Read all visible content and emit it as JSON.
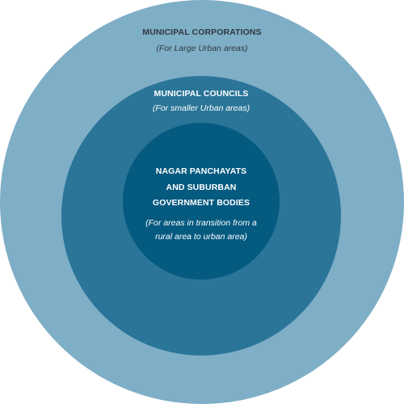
{
  "colors": {
    "outer_ring": "#7faec7",
    "middle_ring": "#2a7598",
    "inner_ring": "#055a80",
    "outer_text": "#2f3a40",
    "inner_text": "#ffffff"
  },
  "outer": {
    "title": "MUNICIPAL CORPORATIONS",
    "subtitle": "(For Large Urban areas)"
  },
  "middle": {
    "title": "MUNICIPAL COUNCILS",
    "subtitle": "(For smaller Urban areas)"
  },
  "inner": {
    "title_lines": [
      "NAGAR PANCHAYATS",
      "AND SUBURBAN",
      "GOVERNMENT BODIES"
    ],
    "subtitle_lines": [
      "(For areas in transition from a",
      "rural area to urban area)"
    ]
  }
}
